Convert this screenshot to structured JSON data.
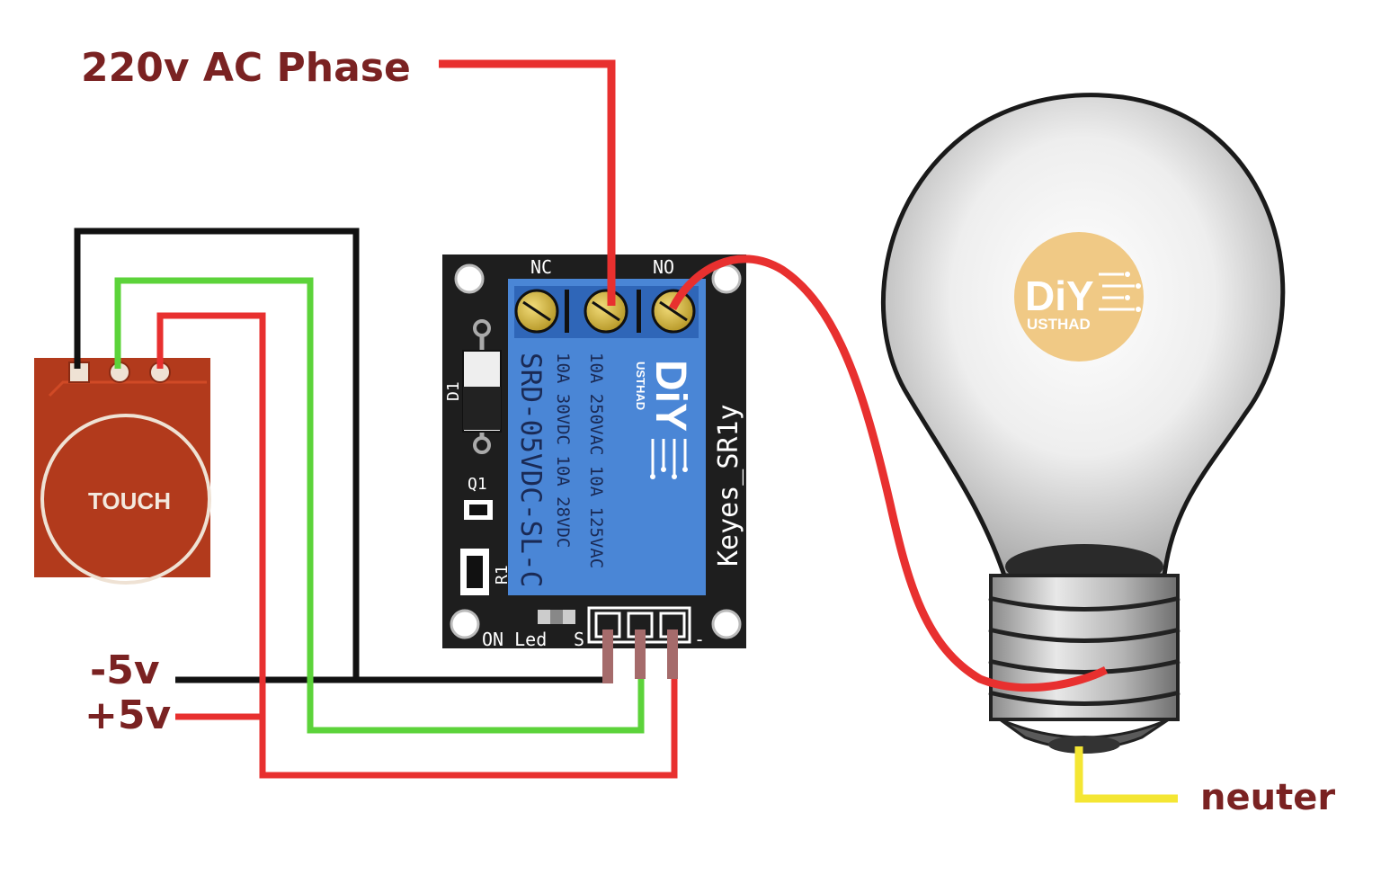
{
  "labels": {
    "phase": "220v AC Phase",
    "minus5": "-5v",
    "plus5": "+5v",
    "neuter": "neuter"
  },
  "touch_module": {
    "label": "TOUCH"
  },
  "relay_module": {
    "nc": "NC",
    "no": "NO",
    "d1": "D1",
    "q1": "Q1",
    "r1": "R1",
    "on_led": "ON_Led",
    "s_pin": "S",
    "minus_pin": "-",
    "board_name": "Keyes_SR1y",
    "relay_model": "SRD-05VDC-SL-C",
    "rating_1": "10A 250VAC  10A 125VAC",
    "rating_2": "10A  30VDC  10A  28VDC",
    "logo_main": "DiY",
    "logo_sub": "USTHAD"
  },
  "bulb": {
    "logo_main": "DiY",
    "logo_sub": "USTHAD"
  },
  "colors": {
    "wire_red": "#e8302f",
    "wire_green": "#5cd33a",
    "wire_black": "#111111",
    "wire_yellow": "#f4e633",
    "label_text": "#7a2222",
    "pcb": "#1e1e1e",
    "relay_blue": "#4a86d6",
    "touch_pad": "#b23a1c"
  }
}
